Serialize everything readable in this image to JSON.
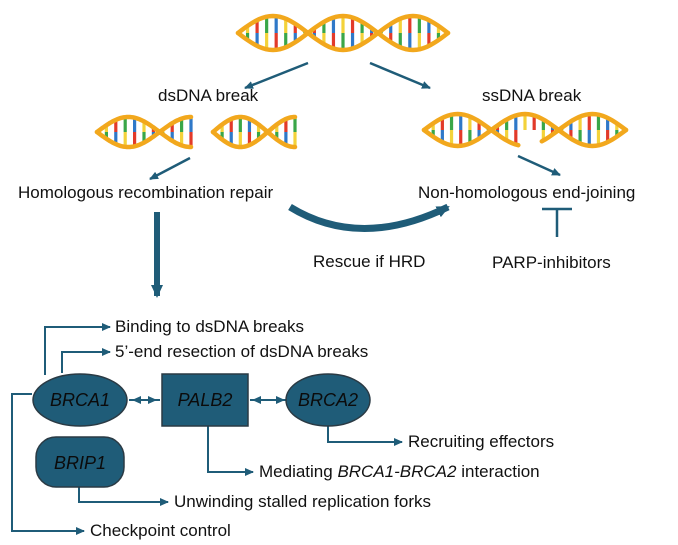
{
  "labels": {
    "dsdna_break": "dsDNA break",
    "ssdna_break": "ssDNA break",
    "homologous_repair": "Homologous recombination repair",
    "nhej": "Non-homologous end-joining",
    "rescue_hrd": "Rescue if HRD",
    "parp_inhibitors": "PARP-inhibitors"
  },
  "nodes": {
    "brca1": "BRCA1",
    "palb2": "PALB2",
    "brca2": "BRCA2",
    "brip1": "BRIP1"
  },
  "functions": {
    "binding": "Binding to dsDNA breaks",
    "resection": "5’-end resection of dsDNA breaks",
    "recruiting": "Recruiting effectors",
    "mediating_prefix": "Mediating ",
    "mediating_italic": "BRCA1-BRCA2",
    "mediating_suffix": " interaction",
    "unwinding": "Unwinding stalled replication forks",
    "checkpoint": "Checkpoint control"
  },
  "colors": {
    "node_fill": "#1f5c78",
    "arrow": "#1f5c78",
    "dna_backbone": "#f2a81d",
    "dna_red": "#e23a2a",
    "dna_green": "#3aa648",
    "dna_blue": "#2f78c8",
    "dna_yellow": "#f3d23a"
  },
  "icons": [
    "dna-double-helix-icon",
    "broken-dna-helix-icon",
    "nicked-dna-helix-icon"
  ]
}
